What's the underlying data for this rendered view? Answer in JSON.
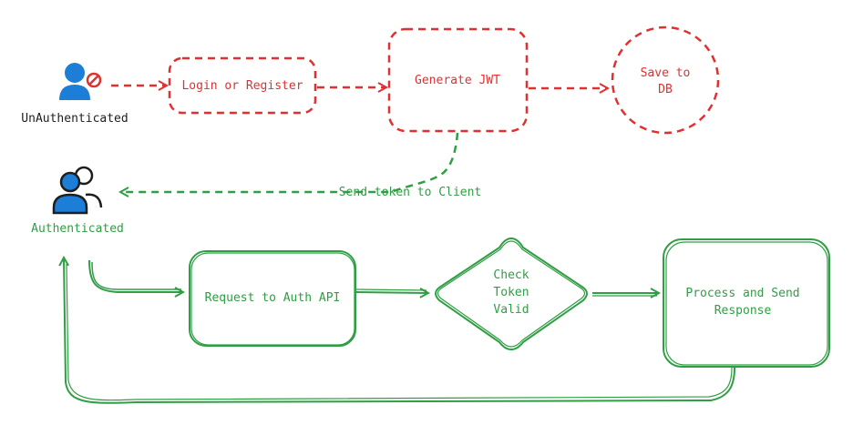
{
  "colors": {
    "red": "#e03131",
    "green": "#2f9e44",
    "blue": "#1c7ed6",
    "dark": "#1e1e1e"
  },
  "actors": {
    "unauthenticated": {
      "label": "UnAuthenticated",
      "icon": "user-blocked-icon"
    },
    "authenticated": {
      "label": "Authenticated",
      "icon": "users-icon"
    }
  },
  "nodes": {
    "login": "Login or Register",
    "generate": "Generate JWT",
    "save": {
      "line1": "Save to",
      "line2": "DB"
    },
    "request": "Request to Auth API",
    "check": {
      "line1": "Check",
      "line2": "Token",
      "line3": "Valid"
    },
    "process": {
      "line1": "Process and Send",
      "line2": "Response"
    }
  },
  "edges": {
    "send_token": "Send token to Client"
  }
}
